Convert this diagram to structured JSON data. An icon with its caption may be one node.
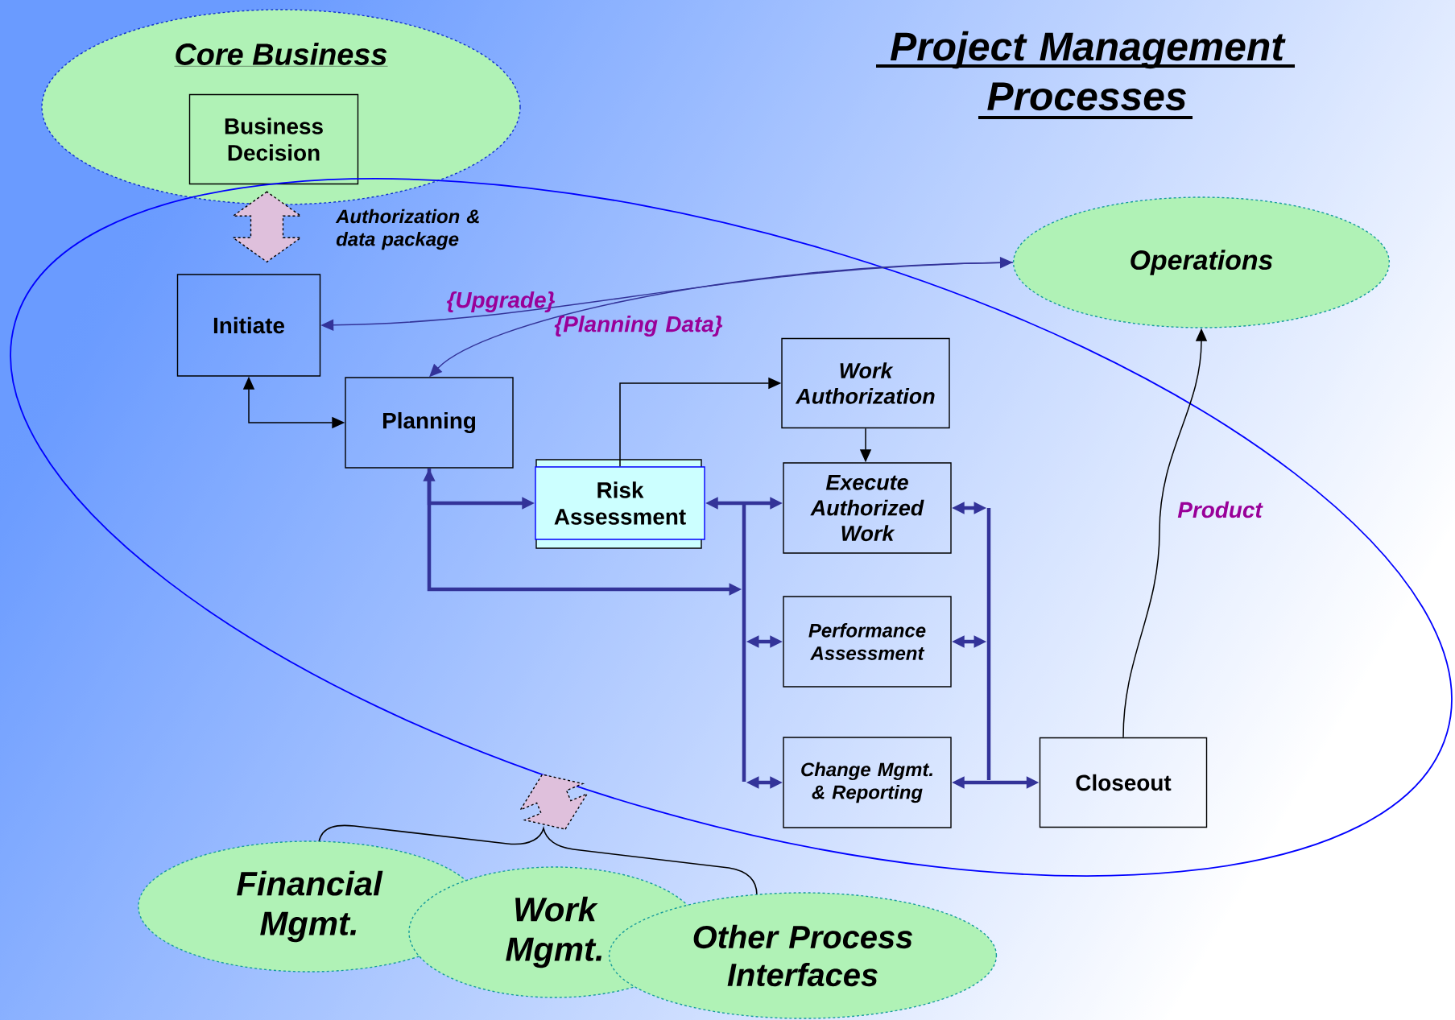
{
  "diagram": {
    "title": "Project Management Processes",
    "nodes": [
      {
        "text": [
          "Core Business"
        ]
      },
      {
        "text": [
          "Business Decision"
        ],
        "in": 0
      },
      {
        "text": [
          "Operations"
        ]
      },
      {
        "text": [],
        "shape": "ellipse"
      },
      {
        "text": [
          "Initiate"
        ],
        "in": 3
      },
      {
        "text": [
          "Planning"
        ],
        "in": 3
      },
      {
        "text": [
          "Work Authorization"
        ],
        "in": 3
      },
      {
        "text": [
          "Risk Assessment"
        ],
        "in": 3
      },
      {
        "text": [
          "Execute Authorized Work"
        ],
        "in": 3
      },
      {
        "text": [
          "Performance Assessment"
        ],
        "in": 3
      },
      {
        "text": [
          "Change Mgmt. & Reporting"
        ],
        "in": 3
      },
      {
        "text": [],
        "shape": "bar",
        "in": 3
      },
      {
        "text": [],
        "shape": "bar",
        "in": 3
      },
      {
        "text": [
          "Closeout"
        ],
        "in": 3
      },
      {
        "text": [
          "Financial Mgmt."
        ]
      },
      {
        "text": [
          "Work Mgmt."
        ]
      },
      {
        "text": [
          "Other Process Interfaces"
        ]
      }
    ],
    "edges": [
      {
        "from": 1,
        "to": 4,
        "arrow": "both",
        "label": "Authorization & data package",
        "style": "dashed",
        "color": "#dfc0dc"
      },
      {
        "from": 4,
        "to": 5,
        "arrow": "both",
        "color": "#000000"
      },
      {
        "from": 7,
        "to": 6,
        "arrow": "to",
        "color": "#000000"
      },
      {
        "from": 6,
        "to": 8,
        "arrow": "to",
        "color": "#000000"
      },
      {
        "from": 5,
        "to": 7,
        "arrow": "both"
      },
      {
        "from": 5,
        "to": 11,
        "arrow": "to"
      },
      {
        "from": 7,
        "to": 8,
        "arrow": "both"
      },
      {
        "from": 11,
        "to": 9,
        "arrow": "both"
      },
      {
        "from": 11,
        "to": 10,
        "arrow": "both"
      },
      {
        "from": 8,
        "to": 12,
        "arrow": "both"
      },
      {
        "from": 9,
        "to": 12,
        "arrow": "both"
      },
      {
        "from": 10,
        "to": 13,
        "arrow": "both"
      },
      {
        "from": 13,
        "to": 2,
        "arrow": "to",
        "label": "Product",
        "color": "#000000"
      },
      {
        "from": 2,
        "to": 4,
        "arrow": "to",
        "label": "{Upgrade}"
      },
      {
        "from": 2,
        "to": 5,
        "arrow": "both",
        "label": "{Planning Data}"
      },
      {
        "from": null,
        "to": 3,
        "arrow": "both",
        "style": "dashed",
        "color": "#dfc0dc"
      }
    ]
  }
}
